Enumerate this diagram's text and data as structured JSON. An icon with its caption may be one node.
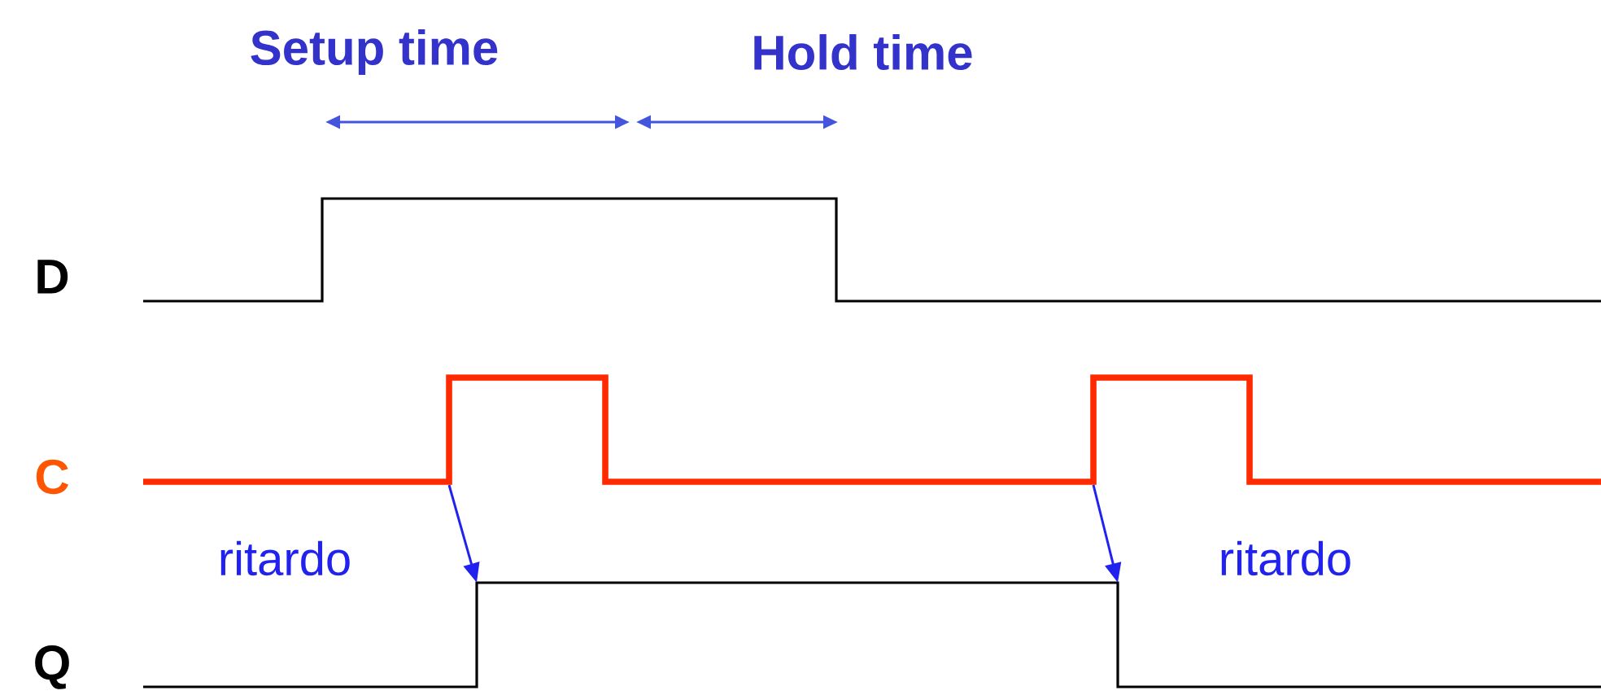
{
  "diagram": {
    "labels": [
      "Setup time",
      "Hold time",
      "D",
      "C",
      "Q",
      "ritardo",
      "ritardo"
    ]
  }
}
